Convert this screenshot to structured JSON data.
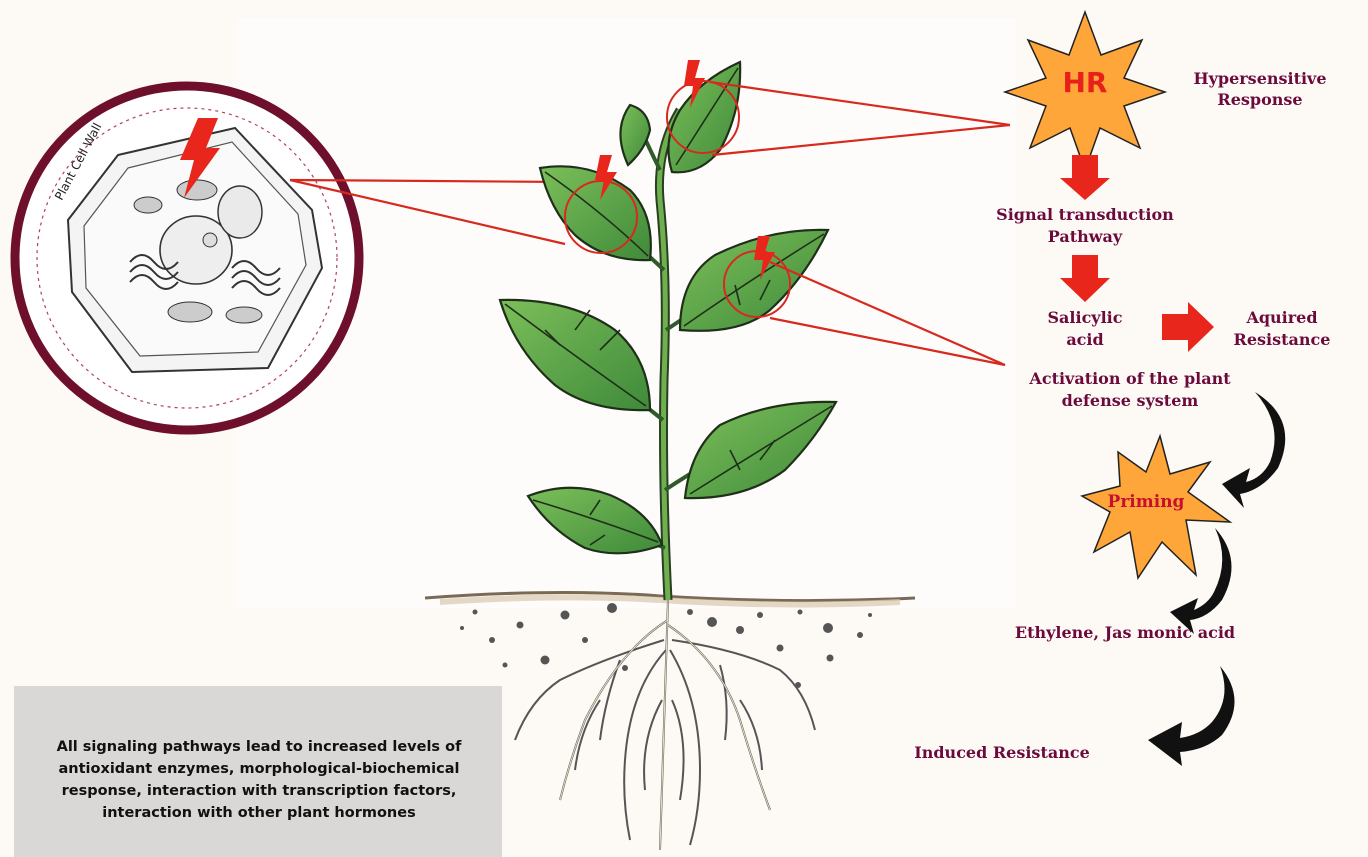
{
  "cell_label": "Plant Cell Wall",
  "hr": {
    "badge": "HR",
    "label": "Hypersensitive\nResponse"
  },
  "flow": {
    "signal": "Signal transduction\nPathway",
    "salicylic": "Salicylic\nacid",
    "acquired": "Aquired\nResistance",
    "activation": "Activation of the plant\ndefense system",
    "priming": "Priming",
    "ethylene": "Ethylene, Jas monic acid",
    "induced": "Induced Resistance"
  },
  "note": "All signaling pathways lead to increased levels of antioxidant enzymes, morphological-biochemical response, interaction with transcription factors, interaction with other plant hormones",
  "colors": {
    "label_text": "#6b0b3c",
    "star_fill": "#ffa63a",
    "red_arrow": "#e8261c",
    "leaf_green": "#5ca34a",
    "circle_frame": "#6e0f2c",
    "note_bg": "#d9d8d6"
  }
}
